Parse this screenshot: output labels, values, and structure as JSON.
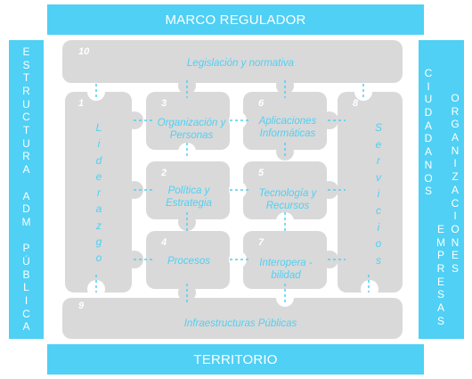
{
  "frame": {
    "top_label": "MARCO REGULADOR",
    "bottom_label": "TERRITORIO",
    "left_label": "ESTRUCTURA ADM PÚBLICA",
    "right_outer_label": "ORGANIZACIONES",
    "right_middle_label": "EMPRESAS",
    "right_inner_label": "CIUDADANOS"
  },
  "pieces": [
    {
      "number": "10",
      "label": "Legislación y normativa"
    },
    {
      "number": "1",
      "label": "Liderazgo"
    },
    {
      "number": "3",
      "label": "Organización y Personas"
    },
    {
      "number": "6",
      "label": "Aplicaciones Informáticas"
    },
    {
      "number": "8",
      "label": "Servicios"
    },
    {
      "number": "2",
      "label": "Política y Estrategia"
    },
    {
      "number": "5",
      "label": "Tecnología y Recursos"
    },
    {
      "number": "4",
      "label": "Procesos"
    },
    {
      "number": "7",
      "label": "Interopera -bilidad"
    },
    {
      "number": "9",
      "label": "Infraestructuras Públicas"
    }
  ],
  "colors": {
    "accent": "#4fd0f4",
    "piece": "#d9d9d9"
  }
}
